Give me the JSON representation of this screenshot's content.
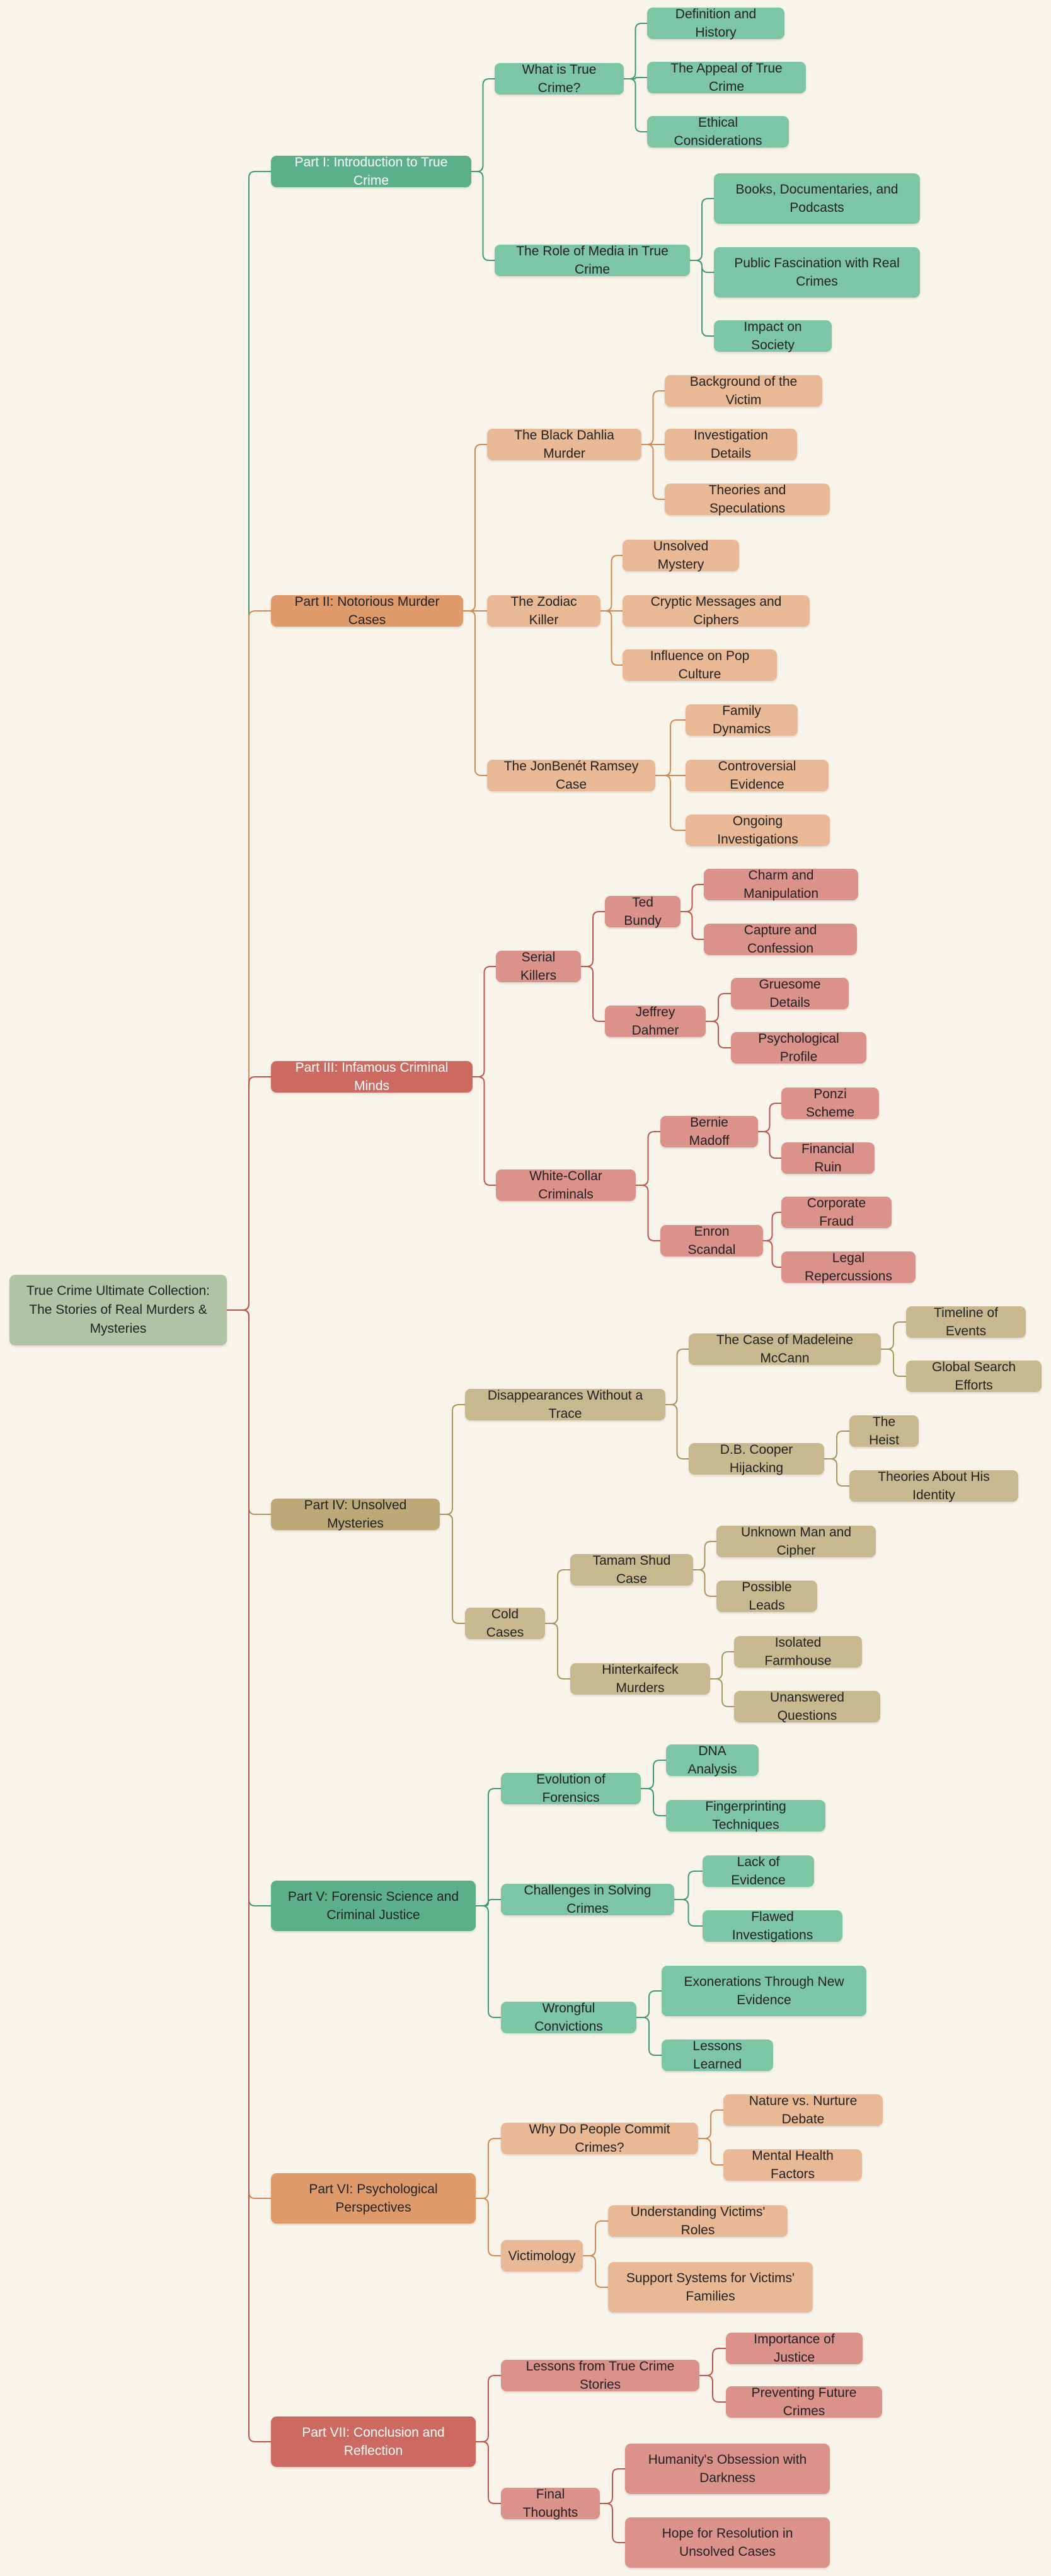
{
  "title": "True Crime Ultimate Collection: The Stories of Real Murders & Mysteries",
  "colors": {
    "background": "#f9f4ea",
    "root": "#b0c4a5",
    "green_dark": "#5bb08b",
    "green_light": "#7dc5a7",
    "orange_dark": "#df9a6c",
    "orange_light": "#e9b894",
    "red_dark": "#cc6a61",
    "red_light": "#db928b",
    "khaki_dark": "#bda977",
    "khaki_light": "#c8b88f"
  },
  "tree": {
    "label": "True Crime Ultimate Collection: The Stories of Real Murders & Mysteries",
    "children": [
      {
        "label": "Part I: Introduction to True Crime",
        "children": [
          {
            "label": "What is True Crime?",
            "children": [
              {
                "label": "Definition and History"
              },
              {
                "label": "The Appeal of True Crime"
              },
              {
                "label": "Ethical Considerations"
              }
            ]
          },
          {
            "label": "The Role of Media in True Crime",
            "children": [
              {
                "label": "Books, Documentaries, and Podcasts"
              },
              {
                "label": "Public Fascination with Real Crimes"
              },
              {
                "label": "Impact on Society"
              }
            ]
          }
        ]
      },
      {
        "label": "Part II: Notorious Murder Cases",
        "children": [
          {
            "label": "The Black Dahlia Murder",
            "children": [
              {
                "label": "Background of the Victim"
              },
              {
                "label": "Investigation Details"
              },
              {
                "label": "Theories and Speculations"
              }
            ]
          },
          {
            "label": "The Zodiac Killer",
            "children": [
              {
                "label": "Unsolved Mystery"
              },
              {
                "label": "Cryptic Messages and Ciphers"
              },
              {
                "label": "Influence on Pop Culture"
              }
            ]
          },
          {
            "label": "The JonBenét Ramsey Case",
            "children": [
              {
                "label": "Family Dynamics"
              },
              {
                "label": "Controversial Evidence"
              },
              {
                "label": "Ongoing Investigations"
              }
            ]
          }
        ]
      },
      {
        "label": "Part III: Infamous Criminal Minds",
        "children": [
          {
            "label": "Serial Killers",
            "children": [
              {
                "label": "Ted Bundy",
                "children": [
                  {
                    "label": "Charm and Manipulation"
                  },
                  {
                    "label": "Capture and Confession"
                  }
                ]
              },
              {
                "label": "Jeffrey Dahmer",
                "children": [
                  {
                    "label": "Gruesome Details"
                  },
                  {
                    "label": "Psychological Profile"
                  }
                ]
              }
            ]
          },
          {
            "label": "White-Collar Criminals",
            "children": [
              {
                "label": "Bernie Madoff",
                "children": [
                  {
                    "label": "Ponzi Scheme"
                  },
                  {
                    "label": "Financial Ruin"
                  }
                ]
              },
              {
                "label": "Enron Scandal",
                "children": [
                  {
                    "label": "Corporate Fraud"
                  },
                  {
                    "label": "Legal Repercussions"
                  }
                ]
              }
            ]
          }
        ]
      },
      {
        "label": "Part IV: Unsolved Mysteries",
        "children": [
          {
            "label": "Disappearances Without a Trace",
            "children": [
              {
                "label": "The Case of Madeleine McCann",
                "children": [
                  {
                    "label": "Timeline of Events"
                  },
                  {
                    "label": "Global Search Efforts"
                  }
                ]
              },
              {
                "label": "D.B. Cooper Hijacking",
                "children": [
                  {
                    "label": "The Heist"
                  },
                  {
                    "label": "Theories About His Identity"
                  }
                ]
              }
            ]
          },
          {
            "label": "Cold Cases",
            "children": [
              {
                "label": "Tamam Shud Case",
                "children": [
                  {
                    "label": "Unknown Man and Cipher"
                  },
                  {
                    "label": "Possible Leads"
                  }
                ]
              },
              {
                "label": "Hinterkaifeck Murders",
                "children": [
                  {
                    "label": "Isolated Farmhouse"
                  },
                  {
                    "label": "Unanswered Questions"
                  }
                ]
              }
            ]
          }
        ]
      },
      {
        "label": "Part V: Forensic Science and Criminal Justice",
        "children": [
          {
            "label": "Evolution of Forensics",
            "children": [
              {
                "label": "DNA Analysis"
              },
              {
                "label": "Fingerprinting Techniques"
              }
            ]
          },
          {
            "label": "Challenges in Solving Crimes",
            "children": [
              {
                "label": "Lack of Evidence"
              },
              {
                "label": "Flawed Investigations"
              }
            ]
          },
          {
            "label": "Wrongful Convictions",
            "children": [
              {
                "label": "Exonerations Through New Evidence"
              },
              {
                "label": "Lessons Learned"
              }
            ]
          }
        ]
      },
      {
        "label": "Part VI: Psychological Perspectives",
        "children": [
          {
            "label": "Why Do People Commit Crimes?",
            "children": [
              {
                "label": "Nature vs. Nurture Debate"
              },
              {
                "label": "Mental Health Factors"
              }
            ]
          },
          {
            "label": "Victimology",
            "children": [
              {
                "label": "Understanding Victims' Roles"
              },
              {
                "label": "Support Systems for Victims' Families"
              }
            ]
          }
        ]
      },
      {
        "label": "Part VII: Conclusion and Reflection",
        "children": [
          {
            "label": "Lessons from True Crime Stories",
            "children": [
              {
                "label": "Importance of Justice"
              },
              {
                "label": "Preventing Future Crimes"
              }
            ]
          },
          {
            "label": "Final Thoughts",
            "children": [
              {
                "label": "Humanity's Obsession with Darkness"
              },
              {
                "label": "Hope for Resolution in Unsolved Cases"
              }
            ]
          }
        ]
      }
    ]
  }
}
